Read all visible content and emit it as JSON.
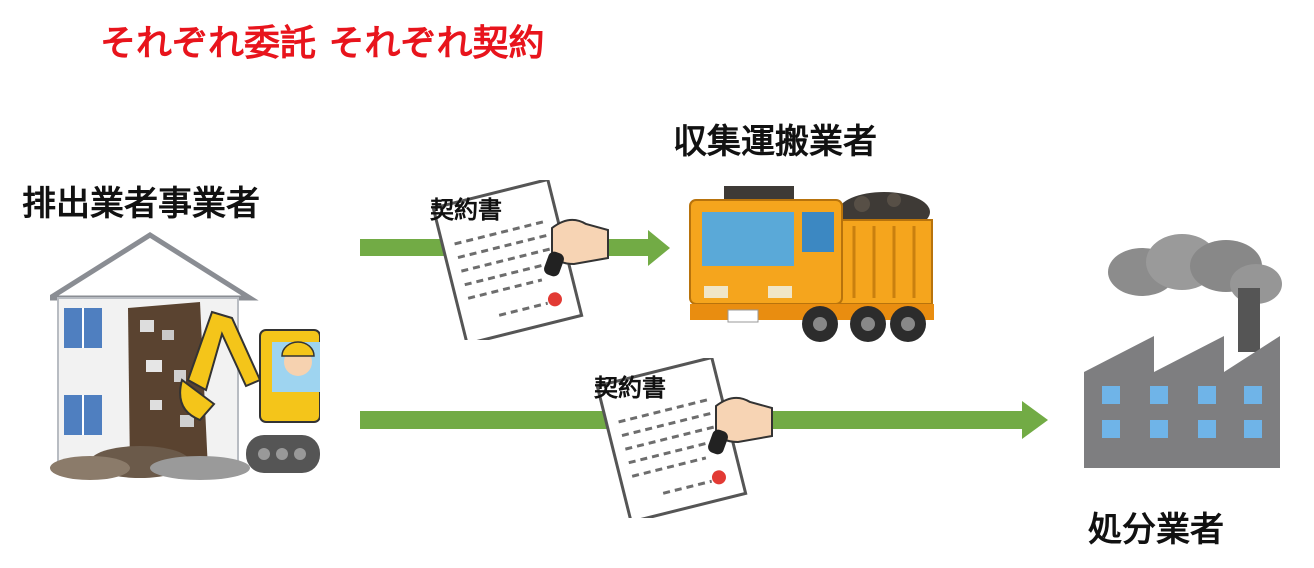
{
  "title": {
    "text": "それぞれ委託 それぞれ契約",
    "color": "#e8141c"
  },
  "actors": {
    "emitter": "排出業者事業者",
    "hauler": "収集運搬業者",
    "disposer": "処分業者"
  },
  "contracts": [
    {
      "heading": "契約書"
    },
    {
      "heading": "契約書"
    }
  ],
  "colors": {
    "arrow": "#72ab45",
    "truck_body": "#f5a51d",
    "factory": "#7e7e80",
    "window": "#6fb4e8",
    "stamp": "#e23a34"
  },
  "icons": {
    "emitter_illustration": "demolition-house-excavator-icon",
    "hauler_illustration": "dump-truck-icon",
    "disposer_illustration": "factory-icon",
    "contract_illustration": "contract-document-stamp-icon"
  }
}
